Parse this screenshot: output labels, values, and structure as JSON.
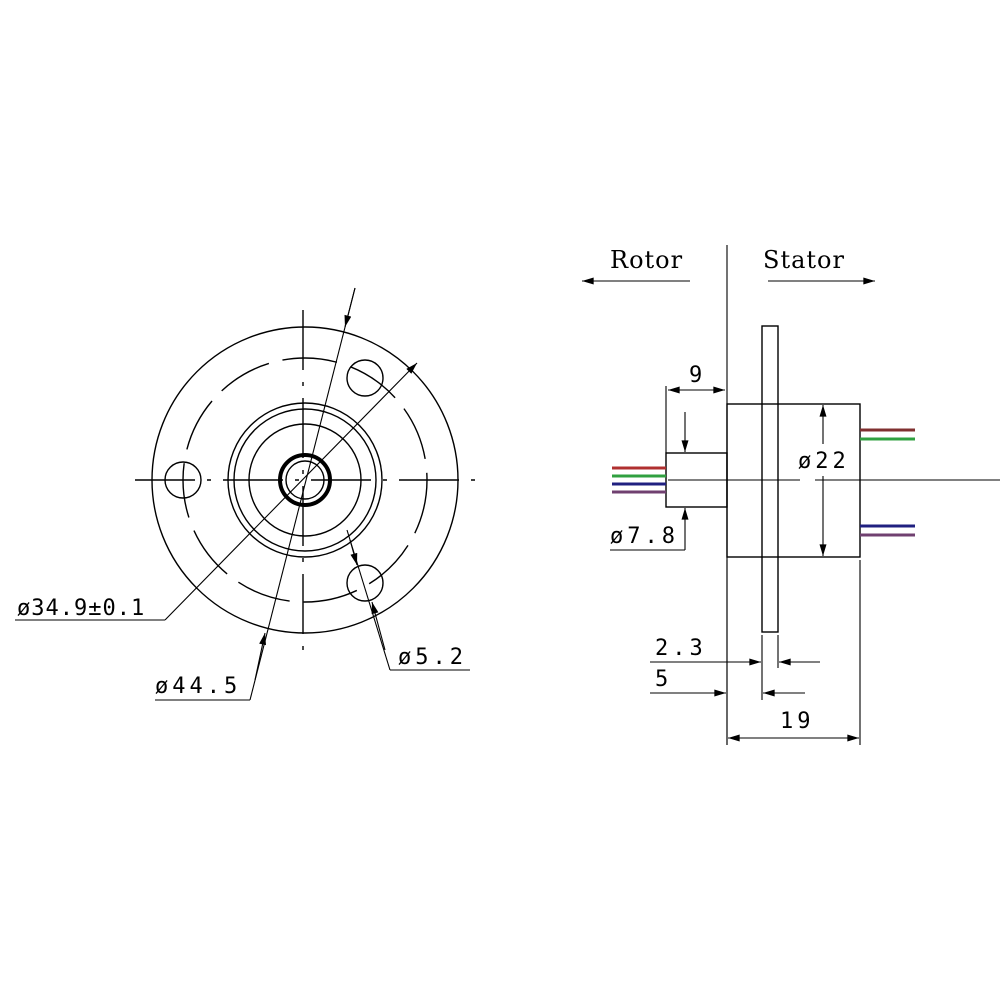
{
  "front_view": {
    "dimensions": {
      "pitch_circle": "ø34.9±0.1",
      "outer_diameter": "ø44.5",
      "hole_diameter": "ø5.2"
    }
  },
  "side_view": {
    "rotor_label": "Rotor",
    "stator_label": "Stator",
    "dimensions": {
      "shaft_length": "9",
      "shaft_diameter": "ø7.8",
      "body_diameter": "ø22",
      "flange_thickness": "2.3",
      "flange_offset": "5",
      "body_length": "19"
    },
    "wire_colors_rotor": [
      "#b03030",
      "#30a040",
      "#202080",
      "#704070"
    ],
    "wire_colors_stator": [
      "#803030",
      "#30a040",
      "#202080",
      "#704070"
    ]
  }
}
